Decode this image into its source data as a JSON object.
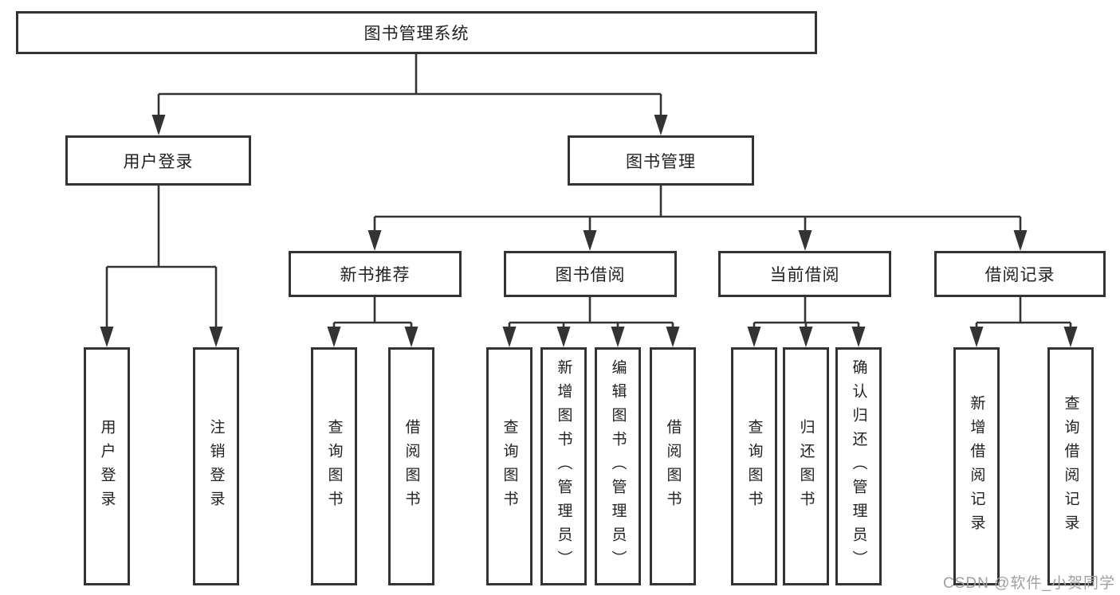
{
  "diagram": {
    "root": {
      "label": "图书管理系统"
    },
    "level2": [
      {
        "label": "用户登录"
      },
      {
        "label": "图书管理"
      }
    ],
    "level3": [
      {
        "label": "新书推荐"
      },
      {
        "label": "图书借阅"
      },
      {
        "label": "当前借阅"
      },
      {
        "label": "借阅记录"
      }
    ],
    "leaves": {
      "user_login": [
        "用户登录",
        "注销登录"
      ],
      "new_books": [
        "查询图书",
        "借阅图书"
      ],
      "book_borrow": [
        "查询图书",
        "新增图书（管理员）",
        "编辑图书（管理员）",
        "借阅图书"
      ],
      "current_borrow": [
        "查询图书",
        "归还图书",
        "确认归还（管理员）"
      ],
      "borrow_records": [
        "新增借阅记录",
        "查询借阅记录"
      ]
    },
    "watermark": "CSDN @软件_小贺同学",
    "colors": {
      "line": "#333333",
      "box_border": "#333333",
      "box_fill": "#ffffff",
      "text": "#222222",
      "watermark": "#a0a0a0"
    }
  }
}
